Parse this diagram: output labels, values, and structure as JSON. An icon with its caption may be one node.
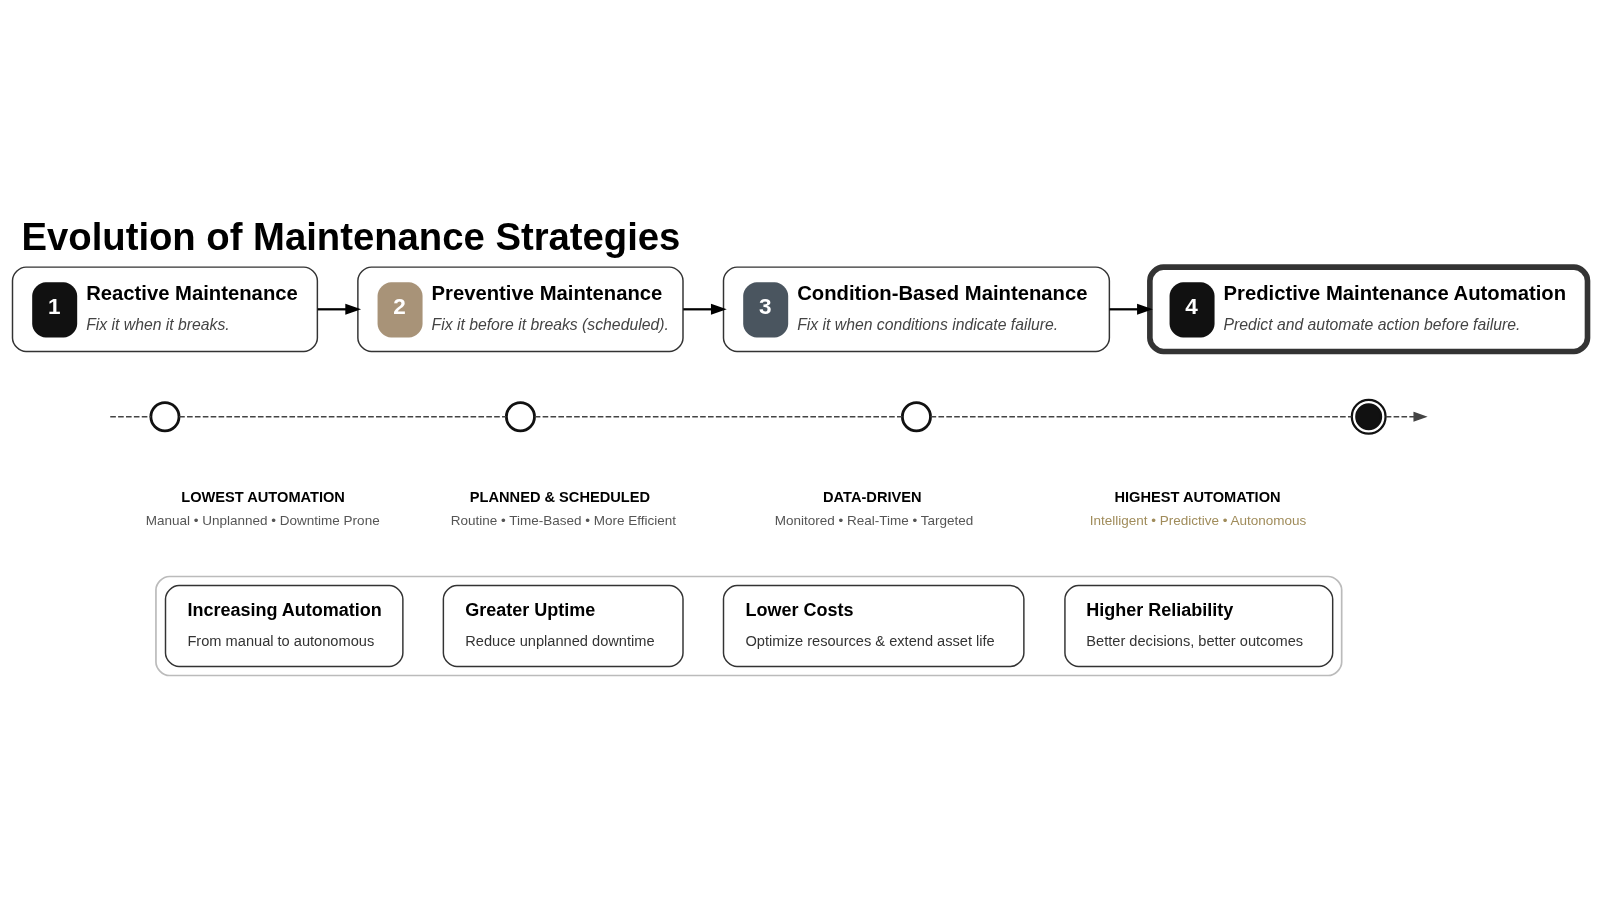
{
  "diagram": {
    "title": "Evolution of Maintenance Strategies",
    "nodes": [
      {
        "text": [
          "1",
          "Reactive Maintenance",
          "Fix it when it breaks."
        ]
      },
      {
        "text": [
          "2",
          "Preventive Maintenance",
          "Fix it before it breaks (scheduled)."
        ]
      },
      {
        "text": [
          "3",
          "Condition-Based Maintenance",
          "Fix it when conditions indicate failure."
        ]
      },
      {
        "text": [
          "4",
          "Predictive Maintenance Automation",
          "Predict and automate action before failure."
        ]
      },
      {
        "text": [],
        "shape": "circle",
        "beside": [
          "LOWEST AUTOMATION",
          "Manual • Unplanned • Downtime Prone"
        ]
      },
      {
        "text": [],
        "shape": "circle",
        "beside": [
          "PLANNED & SCHEDULED",
          "Routine • Time-Based • More Efficient"
        ]
      },
      {
        "text": [],
        "shape": "circle",
        "beside": [
          "DATA-DRIVEN",
          "Monitored • Real-Time • Targeted"
        ]
      },
      {
        "text": [],
        "shape": "circle",
        "beside": [
          "HIGHEST AUTOMATION",
          "Intelligent • Predictive • Autonomous"
        ]
      },
      {
        "text": [],
        "shape": "box"
      },
      {
        "text": [
          "Increasing Automation",
          "From manual to autonomous"
        ],
        "in": 8
      },
      {
        "text": [
          "Greater Uptime",
          "Reduce unplanned downtime"
        ],
        "in": 8
      },
      {
        "text": [
          "Lower Costs",
          "Optimize resources & extend asset life"
        ],
        "in": 8
      },
      {
        "text": [
          "Higher Reliability",
          "Better decisions, better outcomes"
        ],
        "in": 8
      }
    ],
    "edges": [
      {
        "from": 0,
        "to": 1,
        "arrow": "to"
      },
      {
        "from": 1,
        "to": 2,
        "arrow": "to"
      },
      {
        "from": 2,
        "to": 3,
        "arrow": "to"
      },
      {
        "from": null,
        "to": 4,
        "arrow": "none",
        "style": "dashed"
      },
      {
        "from": 4,
        "to": 5,
        "arrow": "none",
        "style": "dashed"
      },
      {
        "from": 5,
        "to": 6,
        "arrow": "none",
        "style": "dashed"
      },
      {
        "from": 6,
        "to": 7,
        "arrow": "none",
        "style": "dashed"
      },
      {
        "from": 7,
        "to": null,
        "arrow": "to",
        "style": "dashed"
      }
    ]
  }
}
